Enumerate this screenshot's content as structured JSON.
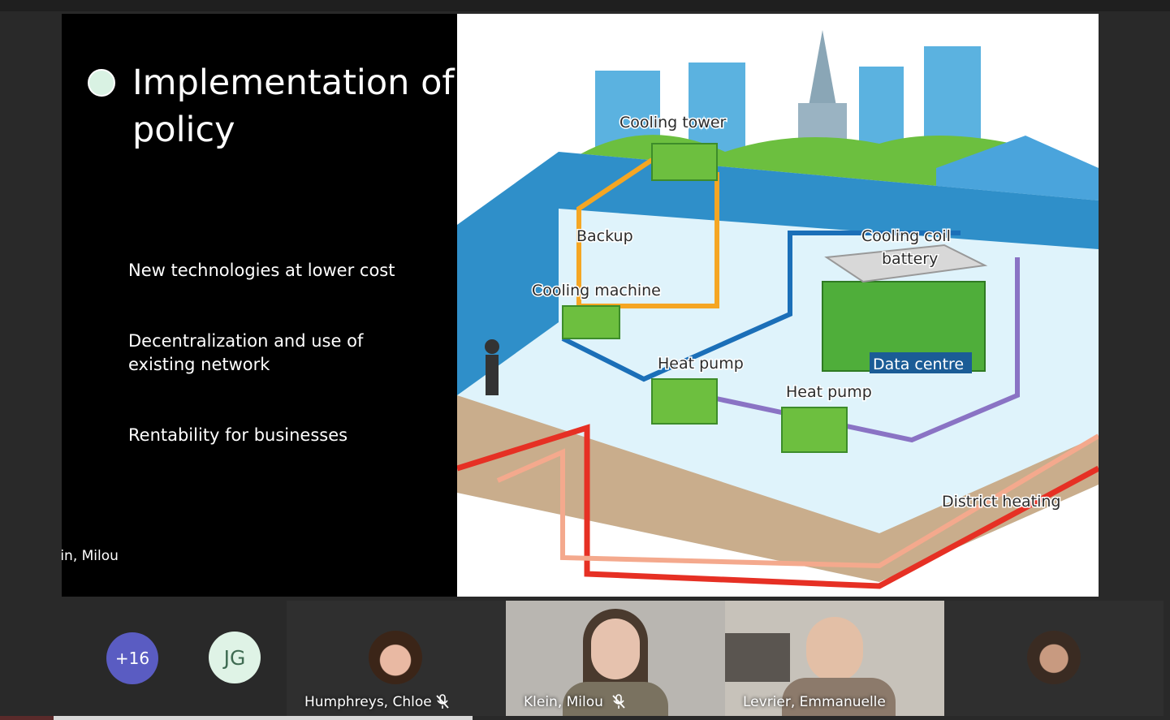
{
  "slide": {
    "title": "Implementation of policy",
    "points": [
      "New technologies at lower cost",
      "Decentralization and use of existing network",
      "Rentability for businesses"
    ],
    "diagram_labels": {
      "cooling_tower": "Cooling tower",
      "backup": "Backup",
      "cooling_coil_1": "Cooling coil",
      "cooling_coil_2": "battery",
      "cooling_machine": "Cooling machine",
      "heat_pump_1": "Heat pump",
      "heat_pump_2": "Heat pump",
      "data_centre": "Data centre",
      "district_heating": "District heating"
    }
  },
  "presenter": {
    "name": "Klein, Milou"
  },
  "gallery": {
    "overflow_count": "+16",
    "initials": "JG",
    "tiles": [
      {
        "name": "Humphreys, Chloe",
        "muted": true
      },
      {
        "name": "Klein, Milou",
        "muted": true
      },
      {
        "name": "Levrier, Emmanuelle",
        "muted": false
      },
      {
        "name": "",
        "muted": false
      }
    ]
  },
  "colors": {
    "accent_more": "#5a5cc2",
    "initials_bg": "#dff3e6",
    "bullet": "#d9f2e3"
  }
}
